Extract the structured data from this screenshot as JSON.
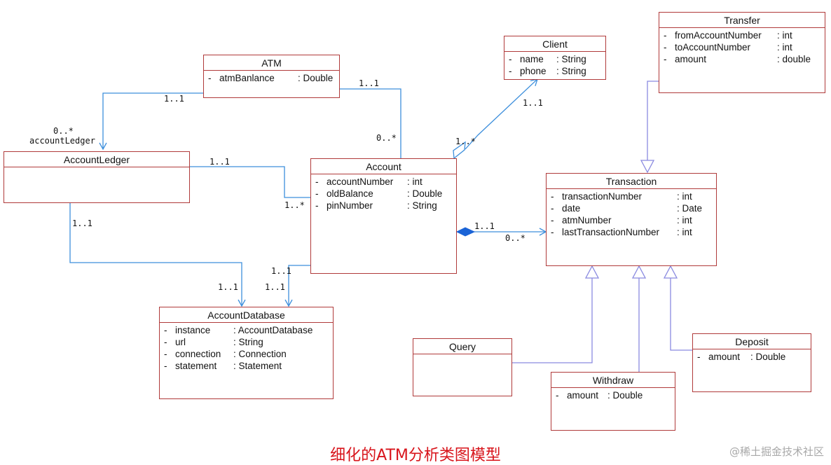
{
  "classes": {
    "atm": {
      "name": "ATM",
      "attrs": [
        {
          "n": "atmBanlance",
          "t": ": Double"
        }
      ]
    },
    "client": {
      "name": "Client",
      "attrs": [
        {
          "n": "name",
          "t": ": String"
        },
        {
          "n": "phone",
          "t": ": String"
        }
      ]
    },
    "transfer": {
      "name": "Transfer",
      "attrs": [
        {
          "n": "fromAccountNumber",
          "t": ": int"
        },
        {
          "n": "toAccountNumber",
          "t": ": int"
        },
        {
          "n": "amount",
          "t": ": double"
        }
      ]
    },
    "accountledger": {
      "name": "AccountLedger",
      "attrs": []
    },
    "account": {
      "name": "Account",
      "attrs": [
        {
          "n": "accountNumber",
          "t": ": int"
        },
        {
          "n": "oldBalance",
          "t": ": Double"
        },
        {
          "n": "pinNumber",
          "t": ": String"
        }
      ]
    },
    "transaction": {
      "name": "Transaction",
      "attrs": [
        {
          "n": "transactionNumber",
          "t": ": int"
        },
        {
          "n": "date",
          "t": ": Date"
        },
        {
          "n": "atmNumber",
          "t": ": int"
        },
        {
          "n": "lastTransactionNumber",
          "t": ": int"
        }
      ]
    },
    "accountdatabase": {
      "name": "AccountDatabase",
      "attrs": [
        {
          "n": "instance",
          "t": ": AccountDatabase"
        },
        {
          "n": "url",
          "t": ": String"
        },
        {
          "n": "connection",
          "t": ": Connection"
        },
        {
          "n": "statement",
          "t": ": Statement"
        }
      ]
    },
    "query": {
      "name": "Query",
      "attrs": []
    },
    "withdraw": {
      "name": "Withdraw",
      "attrs": [
        {
          "n": "amount",
          "t": ": Double"
        }
      ]
    },
    "deposit": {
      "name": "Deposit",
      "attrs": [
        {
          "n": "amount",
          "t": ": Double"
        }
      ]
    }
  },
  "labels": {
    "atm_ledger_1": "1..1",
    "ledger_0m": "0..*",
    "ledger_role": "accountLedger",
    "atm_account_1": "1..1",
    "atm_account_0m": "0..*",
    "ledger_account_1": "1..1",
    "ledger_account_1m": "1..*",
    "client_1": "1..1",
    "client_1m": "1..*",
    "acct_trans_1": "1..1",
    "acct_trans_0m": "0..*",
    "ledger_db_1a": "1..1",
    "ledger_db_1b": "1..1",
    "acct_db_1a": "1..1",
    "acct_db_1b": "1..1"
  },
  "caption": "细化的ATM分析类图模型",
  "watermark": "@稀土掘金技术社区",
  "colors": {
    "class_border": "#b03a3a",
    "association": "#3d8fdc",
    "generalization": "#8a8ae0",
    "caption": "#d8141b"
  }
}
